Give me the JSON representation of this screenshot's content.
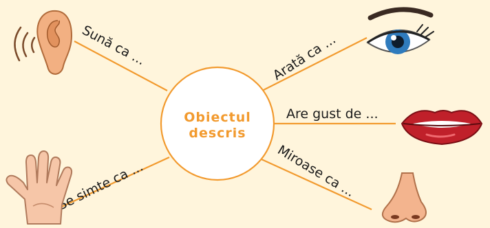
{
  "center": {
    "line1": "Obiectul",
    "line2": "descris"
  },
  "branches": {
    "hearing": "Sună ca ...",
    "sight": "Arată ca ...",
    "taste": "Are gust de ...",
    "touch": "Se simte ca ...",
    "smell": "Miroase ca ..."
  },
  "colors": {
    "background": "#fff5dc",
    "accent": "#f29a2e",
    "text": "#1a1a1a"
  },
  "icons": [
    "ear-icon",
    "eye-icon",
    "lips-icon",
    "hand-icon",
    "nose-icon"
  ]
}
